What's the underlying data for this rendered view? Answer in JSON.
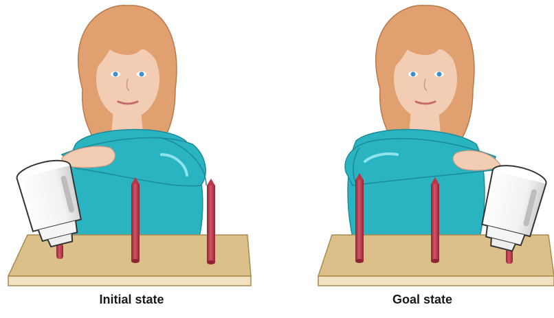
{
  "panels": [
    {
      "caption": "Initial state",
      "cylinder_position": "left peg",
      "pointing": "left"
    },
    {
      "caption": "Goal state",
      "cylinder_position": "right peg",
      "pointing": "right"
    }
  ],
  "colors": {
    "hair": "#e0a070",
    "skin": "#f2cdb4",
    "sweater": "#2ab4c2",
    "table_top": "#dcc08a",
    "table_front": "#f0e2c0",
    "peg": "#b83848",
    "eyes": "#3e8fd0"
  },
  "icons": [
    "girl-figure",
    "cylinder-cup",
    "peg"
  ]
}
